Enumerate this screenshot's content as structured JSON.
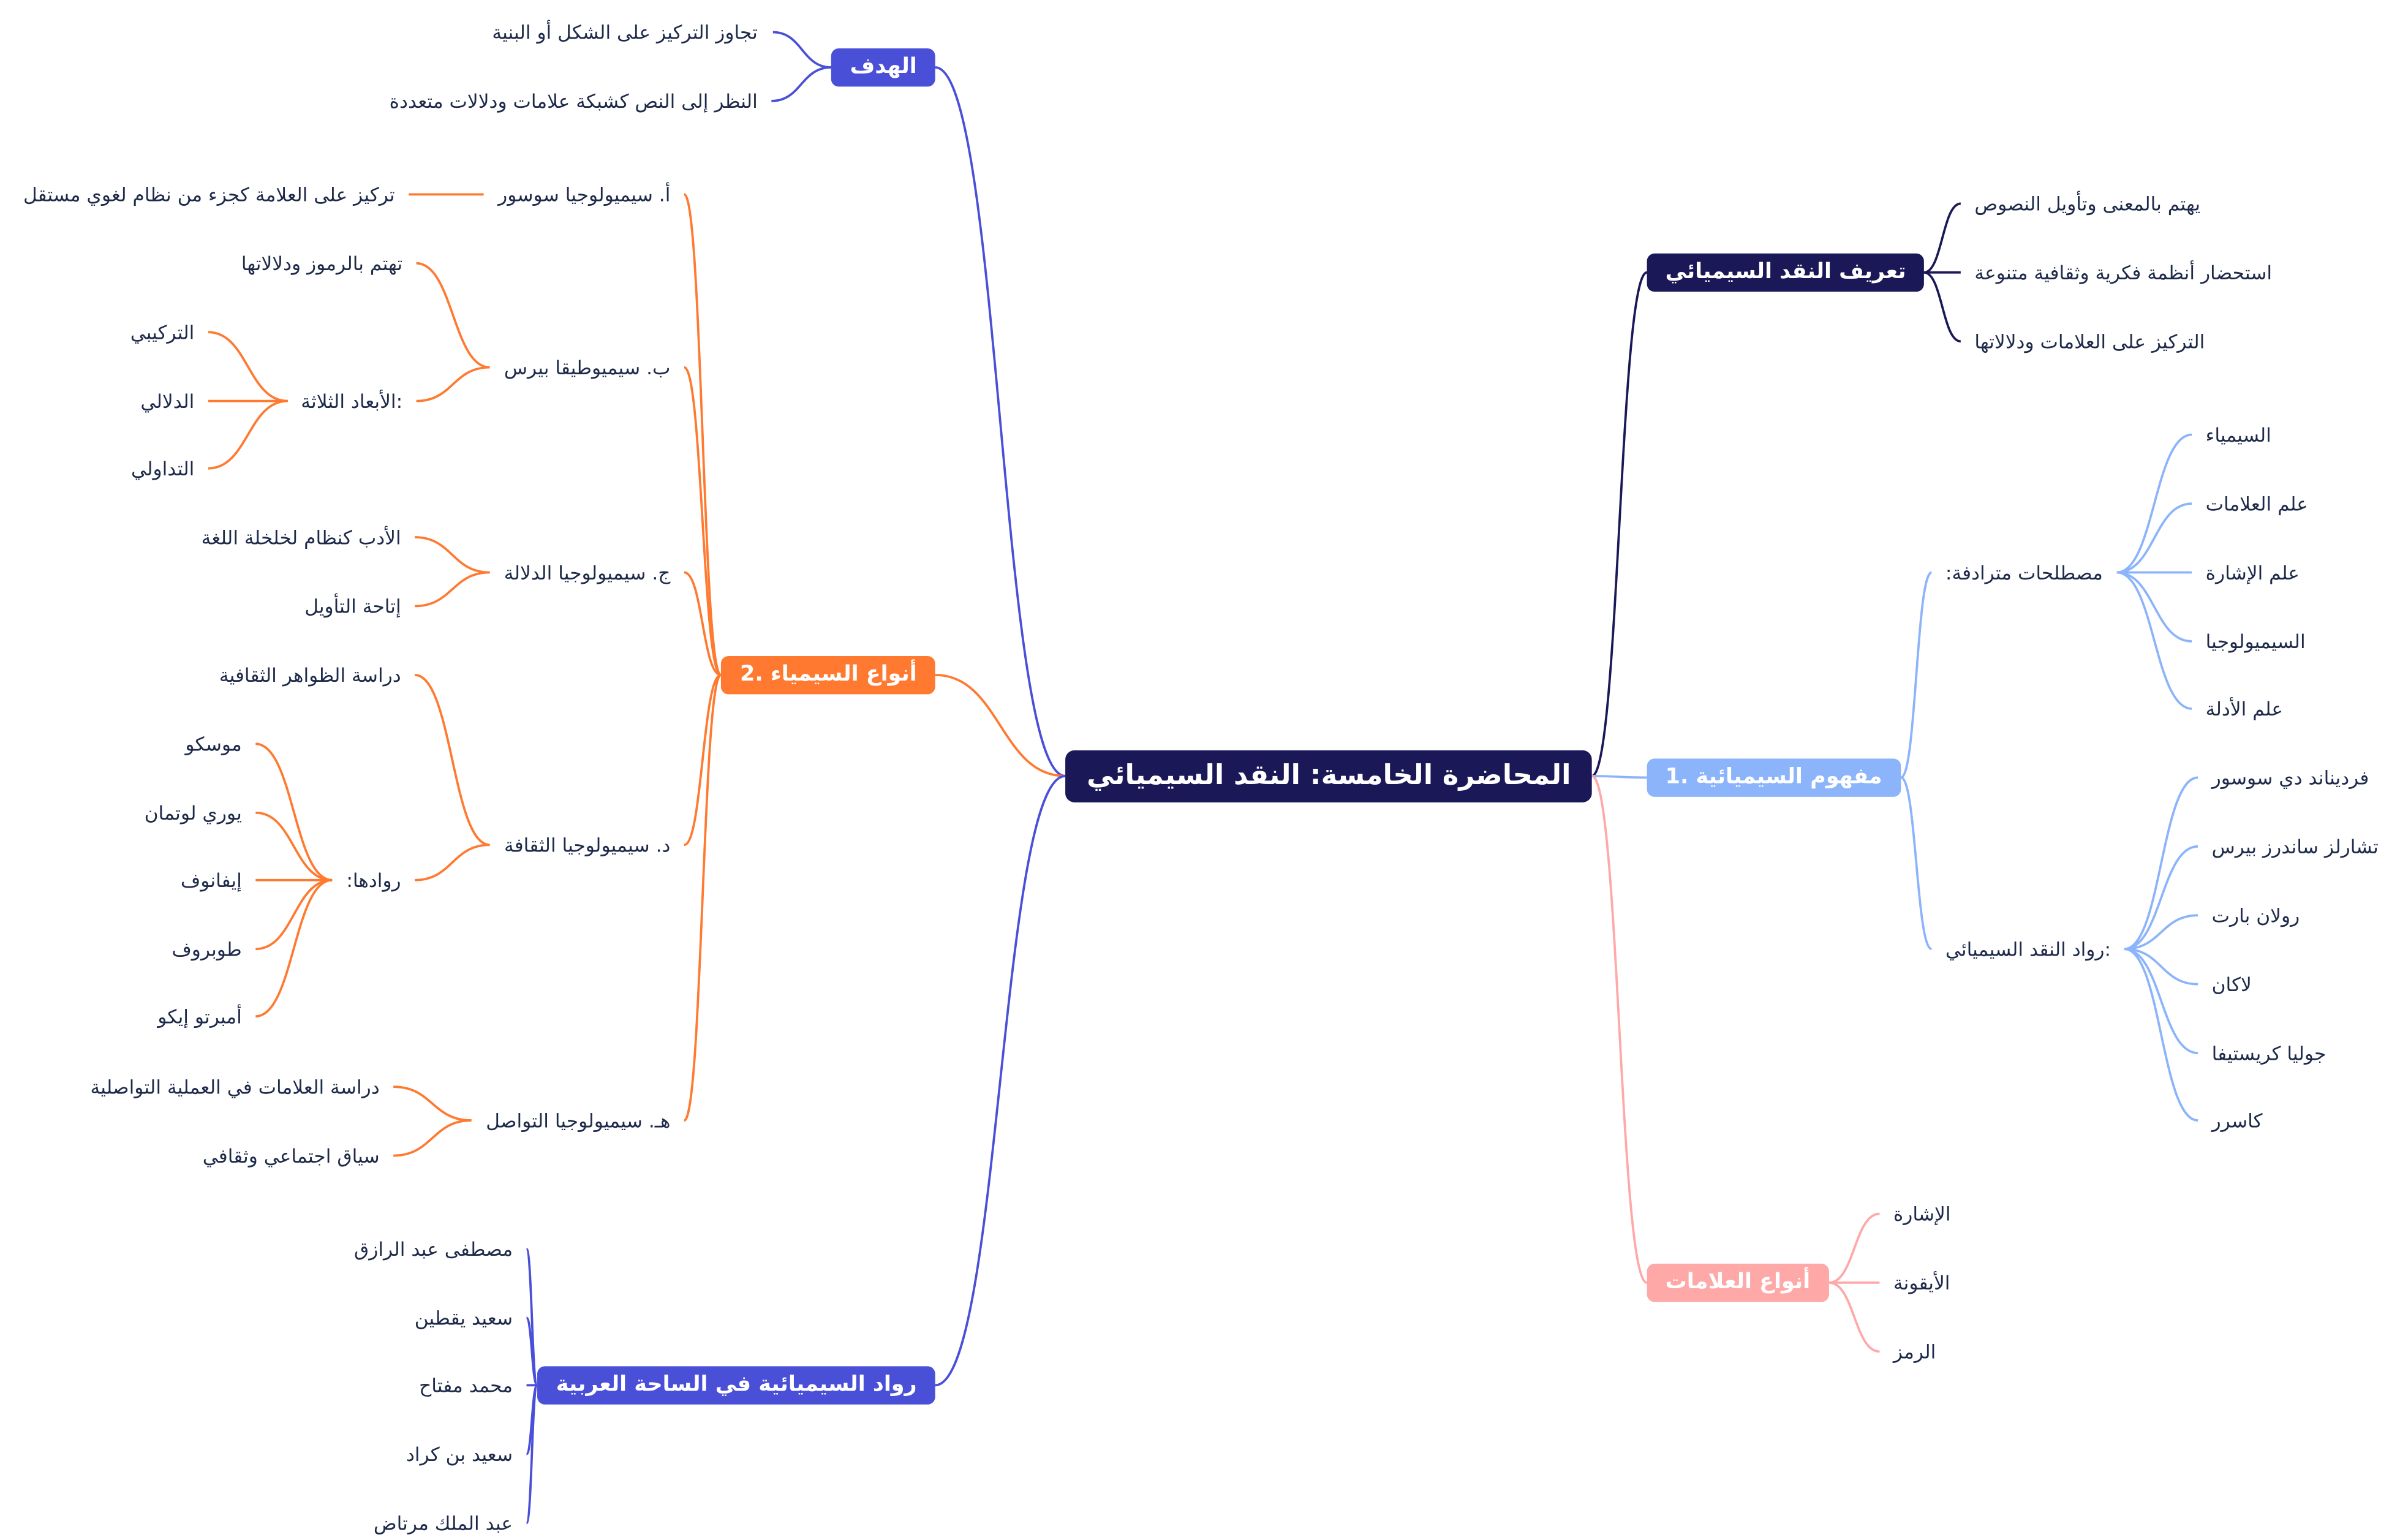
{
  "center": "المحاضرة الخامسة: النقد السيميائي",
  "colors": {
    "navy": "#1b1858",
    "blue": "#8cb4fb",
    "pink": "#ffa8a8",
    "indigo": "#4a4fd8",
    "orange": "#ff7a30"
  },
  "definition": {
    "title": "تعريف النقد السيميائي",
    "items": [
      "يهتم بالمعنى وتأويل النصوص",
      "استحضار أنظمة فكرية وثقافية متنوعة",
      "التركيز على العلامات ودلالاتها"
    ]
  },
  "concept": {
    "title": "مفهوم السيميائية .1",
    "synonyms": {
      "label": "مصطلحات مترادفة:",
      "items": [
        "السيمياء",
        "علم العلامات",
        "علم الإشارة",
        "السيميولوجيا",
        "علم الأدلة"
      ]
    },
    "pioneers": {
      "label": ":رواد النقد السيميائي",
      "items": [
        "فرديناند دي سوسور",
        "تشارلز ساندرز بيرس",
        "رولان بارت",
        "لاكان",
        "جوليا كريستيفا",
        "كاسرر"
      ]
    }
  },
  "signs": {
    "title": "أنواع العلامات",
    "items": [
      "الإشارة",
      "الأيقونة",
      "الرمز"
    ]
  },
  "goal": {
    "title": "الهدف",
    "items": [
      "تجاوز التركيز على الشكل أو البنية",
      "النظر إلى النص كشبكة علامات ودلالات متعددة"
    ]
  },
  "types": {
    "title": "أنواع السيمياء .2",
    "a": {
      "label": "أ. سيميولوجيا سوسور",
      "items": [
        "تركيز على العلامة كجزء من نظام لغوي مستقل"
      ]
    },
    "b": {
      "label": "ب. سيميوطيقا بيرس",
      "items": [
        "تهتم بالرموز ودلالاتها"
      ],
      "dims": {
        "label": ":الأبعاد الثلاثة",
        "items": [
          "التركيبي",
          "الدلالي",
          "التداولي"
        ]
      }
    },
    "c": {
      "label": "ج. سيميولوجيا الدلالة",
      "items": [
        "الأدب كنظام لخلخلة اللغة",
        "إتاحة التأويل"
      ]
    },
    "d": {
      "label": "د. سيميولوجيا الثقافة",
      "items": [
        "دراسة الظواهر الثقافية"
      ],
      "pioneers": {
        "label": "روادها:",
        "items": [
          "موسكو",
          "يوري لوتمان",
          "إيفانوف",
          "طوبروف",
          "أمبرتو إيكو"
        ]
      }
    },
    "e": {
      "label": "هـ. سيميولوجيا التواصل",
      "items": [
        "دراسة العلامات في العملية التواصلية",
        "سياق اجتماعي وثقافي"
      ]
    }
  },
  "arab": {
    "title": "رواد السيميائية في الساحة العربية",
    "items": [
      "مصطفى عبد الرازق",
      "سعيد يقطين",
      "محمد مفتاح",
      "سعيد بن كراد",
      "عبد الملك مرتاض"
    ]
  }
}
